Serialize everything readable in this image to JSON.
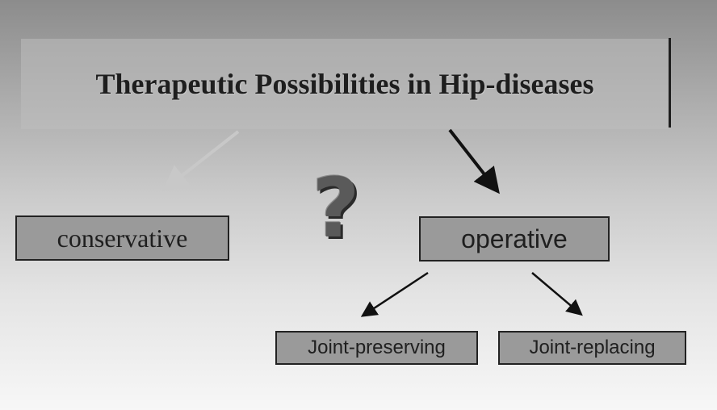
{
  "title": "Therapeutic Possibilities in Hip-diseases",
  "nodes": {
    "conservative": "conservative",
    "operative": "operative",
    "joint_preserving": "Joint-preserving",
    "joint_replacing": "Joint-replacing"
  },
  "question_mark": "?",
  "colors": {
    "faded_arrow": "#c8c8c8",
    "dark_arrow": "#111111",
    "box_fill": "#9a9a9a"
  }
}
